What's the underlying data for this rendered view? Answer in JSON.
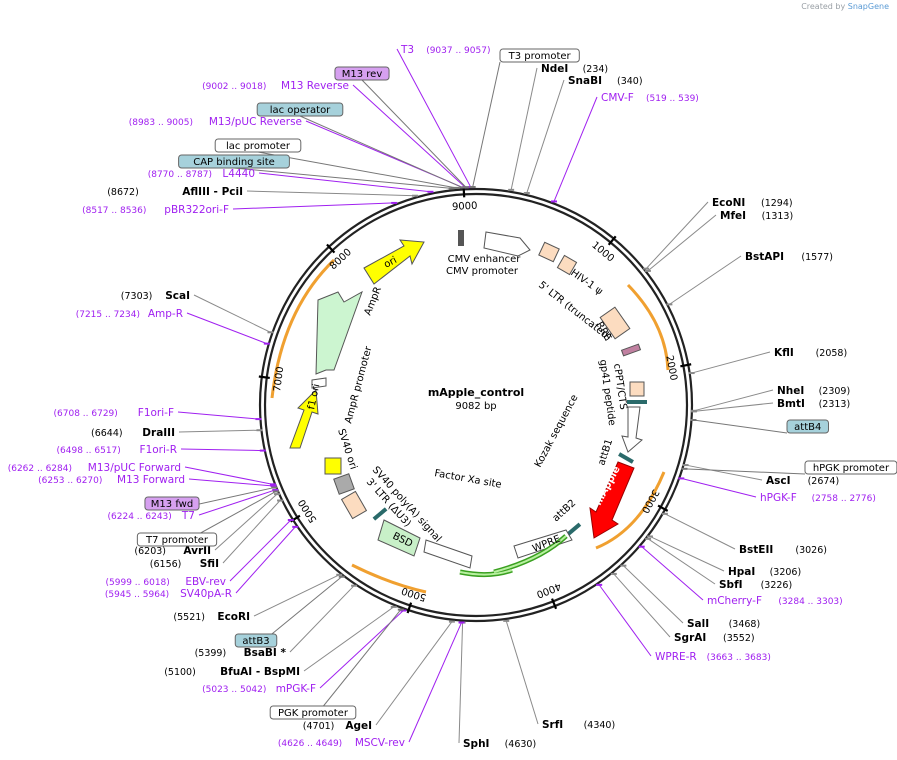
{
  "credit": {
    "prefix": "Created by",
    "brand": "SnapGene"
  },
  "plasmid": {
    "name": "mApple_control",
    "length_label": "9082 bp",
    "length": 9082
  },
  "ticks": [
    {
      "pos": 1000,
      "label": "1000"
    },
    {
      "pos": 2000,
      "label": "2000"
    },
    {
      "pos": 3000,
      "label": "3000"
    },
    {
      "pos": 4000,
      "label": "4000"
    },
    {
      "pos": 5000,
      "label": "5000"
    },
    {
      "pos": 6000,
      "label": "5000"
    },
    {
      "pos": 7000,
      "label": "7000"
    },
    {
      "pos": 8000,
      "label": "8000"
    },
    {
      "pos": 9000,
      "label": "9000"
    }
  ],
  "enzymes": [
    {
      "name": "NdeI",
      "pos": "(234)",
      "bp": 234
    },
    {
      "name": "SnaBI",
      "pos": "(340)",
      "bp": 340
    },
    {
      "name": "EcoNI",
      "pos": "(1294)",
      "bp": 1294
    },
    {
      "name": "MfeI",
      "pos": "(1313)",
      "bp": 1313
    },
    {
      "name": "BstAPI",
      "pos": "(1577)",
      "bp": 1577
    },
    {
      "name": "KflI",
      "pos": "(2058)",
      "bp": 2058
    },
    {
      "name": "NheI",
      "pos": "(2309)",
      "bp": 2309
    },
    {
      "name": "BmtI",
      "pos": "(2313)",
      "bp": 2313
    },
    {
      "name": "AscI",
      "pos": "(2674)",
      "bp": 2674
    },
    {
      "name": "BstEII",
      "pos": "(3026)",
      "bp": 3026
    },
    {
      "name": "HpaI",
      "pos": "(3206)",
      "bp": 3206
    },
    {
      "name": "SbfI",
      "pos": "(3226)",
      "bp": 3226
    },
    {
      "name": "SalI",
      "pos": "(3468)",
      "bp": 3468
    },
    {
      "name": "SgrAI",
      "pos": "(3552)",
      "bp": 3552
    },
    {
      "name": "SrfI",
      "pos": "(4340)",
      "bp": 4340
    },
    {
      "name": "SphI",
      "pos": "(4630)",
      "bp": 4630
    },
    {
      "name": "AgeI",
      "pos": "(4701)",
      "bp": 4701
    },
    {
      "name": "BfuAI - BspMI",
      "pos": "(5100)",
      "bp": 5100
    },
    {
      "name": "BsaBI *",
      "pos": "(5399)",
      "bp": 5399
    },
    {
      "name": "EcoRI",
      "pos": "(5521)",
      "bp": 5521
    },
    {
      "name": "SfiI",
      "pos": "(6156)",
      "bp": 6156
    },
    {
      "name": "AvrII",
      "pos": "(6203)",
      "bp": 6203
    },
    {
      "name": "DraIII",
      "pos": "(6644)",
      "bp": 6644
    },
    {
      "name": "ScaI",
      "pos": "(7303)",
      "bp": 7303
    },
    {
      "name": "AflIII - PciI",
      "pos": "(8672)",
      "bp": 8672
    }
  ],
  "primers": [
    {
      "name": "T3",
      "pos": "(9037 .. 9057)",
      "bp": 9047
    },
    {
      "name": "M13 Reverse",
      "pos": "(9002 .. 9018)",
      "bp": 9010
    },
    {
      "name": "M13/pUC Reverse",
      "pos": "(8983 .. 9005)",
      "bp": 8994
    },
    {
      "name": "L4440",
      "pos": "(8770 .. 8787)",
      "bp": 8778
    },
    {
      "name": "pBR322ori-F",
      "pos": "(8517 .. 8536)",
      "bp": 8526
    },
    {
      "name": "CMV-F",
      "pos": "(519 .. 539)",
      "bp": 529
    },
    {
      "name": "Amp-R",
      "pos": "(7215 .. 7234)",
      "bp": 7224
    },
    {
      "name": "F1ori-F",
      "pos": "(6708 .. 6729)",
      "bp": 6718
    },
    {
      "name": "F1ori-R",
      "pos": "(6498 .. 6517)",
      "bp": 6507
    },
    {
      "name": "M13/pUC Forward",
      "pos": "(6262 .. 6284)",
      "bp": 6273
    },
    {
      "name": "M13 Forward",
      "pos": "(6253 .. 6270)",
      "bp": 6261
    },
    {
      "name": "T7",
      "pos": "(6224 .. 6243)",
      "bp": 6233
    },
    {
      "name": "EBV-rev",
      "pos": "(5999 .. 6018)",
      "bp": 6008
    },
    {
      "name": "SV40pA-R",
      "pos": "(5945 .. 5964)",
      "bp": 5954
    },
    {
      "name": "mPGK-F",
      "pos": "(5023 .. 5042)",
      "bp": 5032
    },
    {
      "name": "MSCV-rev",
      "pos": "(4626 .. 4649)",
      "bp": 4637
    },
    {
      "name": "hPGK-F",
      "pos": "(2758 .. 2776)",
      "bp": 2767
    },
    {
      "name": "mCherry-F",
      "pos": "(3284 .. 3303)",
      "bp": 3293
    },
    {
      "name": "WPRE-R",
      "pos": "(3663 .. 3683)",
      "bp": 3673
    }
  ],
  "boxed_features": [
    {
      "name": "T3 promoter",
      "style": "white",
      "bp": 9060
    },
    {
      "name": "M13 rev",
      "style": "purple",
      "bp": 9015
    },
    {
      "name": "lac operator",
      "style": "blue",
      "bp": 8990
    },
    {
      "name": "lac promoter",
      "style": "white",
      "bp": 8950
    },
    {
      "name": "CAP binding site",
      "style": "blue",
      "bp": 8920
    },
    {
      "name": "attB4",
      "style": "blue",
      "bp": 2370
    },
    {
      "name": "hPGK promoter",
      "style": "white",
      "bp": 2700
    },
    {
      "name": "M13 fwd",
      "style": "purple",
      "bp": 6250
    },
    {
      "name": "T7 promoter",
      "style": "white",
      "bp": 6222
    },
    {
      "name": "attB3",
      "style": "blue",
      "bp": 5500
    },
    {
      "name": "PGK promoter",
      "style": "white",
      "bp": 5050
    }
  ],
  "inner_labels": [
    {
      "text": "CMV enhancer"
    },
    {
      "text": "CMV promoter"
    },
    {
      "text": "HIV-1 ψ"
    },
    {
      "text": "5' LTR (truncated)"
    },
    {
      "text": "RRE"
    },
    {
      "text": "cPPT/CTS"
    },
    {
      "text": "gp41 peptide"
    },
    {
      "text": "Kozak sequence"
    },
    {
      "text": "attB1"
    },
    {
      "text": "mApple"
    },
    {
      "text": "attB2"
    },
    {
      "text": "WPRE"
    },
    {
      "text": "Factor Xa site"
    },
    {
      "text": "BSD"
    },
    {
      "text": "SV40 poly(A) signal"
    },
    {
      "text": "3' LTR (ΔU3)"
    },
    {
      "text": "SV40 ori"
    },
    {
      "text": "f1 ori"
    },
    {
      "text": "AmpR promoter"
    },
    {
      "text": "AmpR"
    },
    {
      "text": "ori"
    }
  ],
  "colors": {
    "backbone": "#222222",
    "enzyme_line": "#9a9a9a",
    "primer": "#a020f0",
    "ori": "#ffff00",
    "ampr": "#ccf5d0",
    "mapple": "#ff0000",
    "peach": "#fcdcc0",
    "orf_orange": "#f0a030",
    "orf_green": "#3aa020",
    "blue_box": "#a6d1db",
    "purple_box": "#d6a0f0"
  }
}
